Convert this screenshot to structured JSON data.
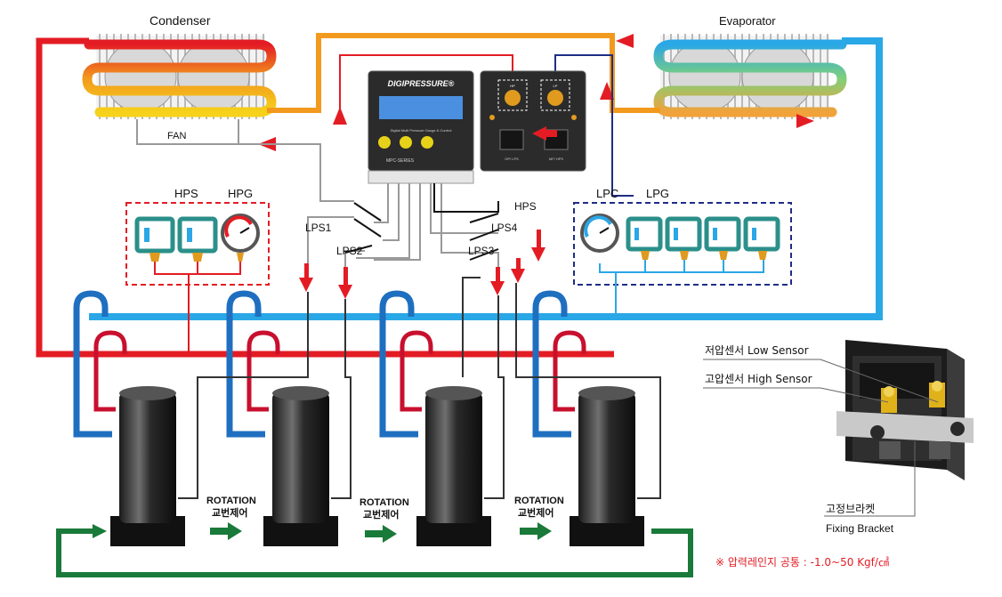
{
  "labels": {
    "condenser": "Condenser",
    "evaporator": "Evaporator",
    "fan": "FAN",
    "hps_group": "HPS",
    "hpg_group": "HPG",
    "lpc_group": "LPC",
    "lpg_group": "LPG",
    "lps1": "LPS1",
    "lps2": "LPS2",
    "lps3": "LPS3",
    "lps4": "LPS4",
    "hps_switch": "HPS",
    "rotation": "ROTATION",
    "rotation_kr": "교번제어"
  },
  "controller": {
    "brand": "DIGIPRESSURE®",
    "series": "MPC-SERIES",
    "subtitle": "Digital Multi Pressure Gauge & Control",
    "port_hp": "HP",
    "port_lp": "LP",
    "port_op_lps": "OP/ LPS",
    "port_mf_hps": "MF/ HPS"
  },
  "sensor_callouts": {
    "low_sensor": "저압센서 Low Sensor",
    "high_sensor": "고압센서 High Sensor",
    "fixing_kr": "고정브라켓",
    "fixing_en": "Fixing Bracket"
  },
  "note": "※ 압력레인지 공통 : -1.0~50 Kgf/㎠",
  "colors": {
    "high_pressure": "#e31c24",
    "low_pressure": "#2aa7e6",
    "suction_blue": "#1f6fc0",
    "warm_pipe": "#f29a1e",
    "rotation_green": "#1a7a3a",
    "gauge_teal": "#2b8f8a"
  }
}
